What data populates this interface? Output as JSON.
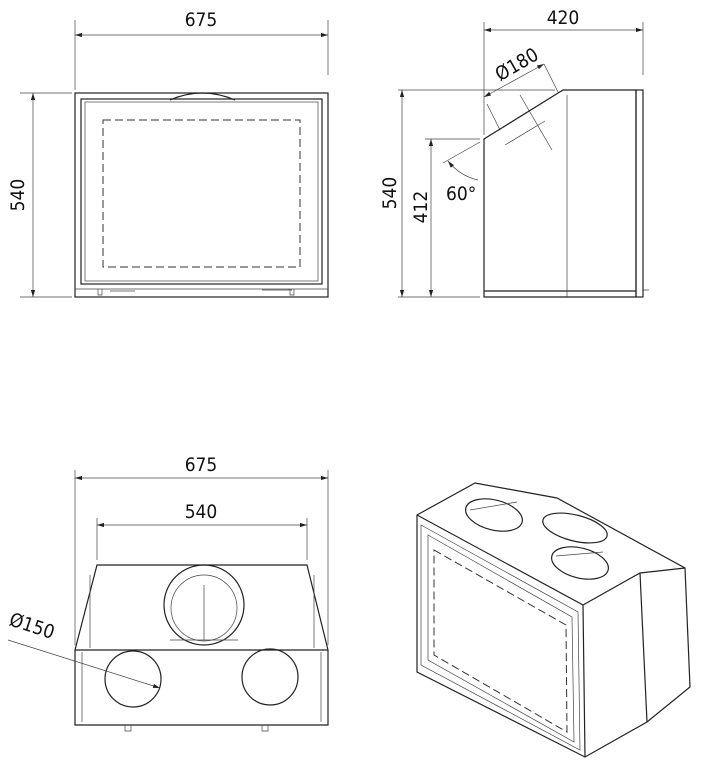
{
  "front_view": {
    "width_label": "675",
    "height_label": "540"
  },
  "side_view": {
    "depth_label": "420",
    "height_label": "540",
    "front_height_label": "412",
    "angle_label": "60°",
    "flue_diameter_label": "Ø180"
  },
  "top_view": {
    "width_label": "675",
    "inner_width_label": "540",
    "duct_diameter_label": "Ø150"
  },
  "colors": {
    "line": "#222222",
    "background": "#ffffff"
  }
}
